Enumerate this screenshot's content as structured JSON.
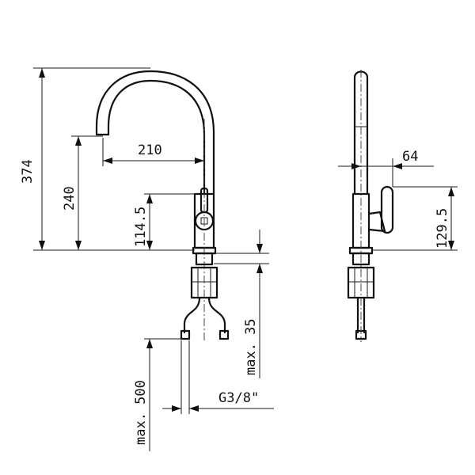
{
  "dimensions": {
    "total_height": "374",
    "spout_height": "240",
    "spout_reach": "210",
    "lever_height": "114.5",
    "supply_hose_length": "max. 500",
    "deck_thickness": "max. 35",
    "connection_thread": "G3/8\"",
    "side_projection": "64",
    "side_lever_height": "129.5"
  }
}
